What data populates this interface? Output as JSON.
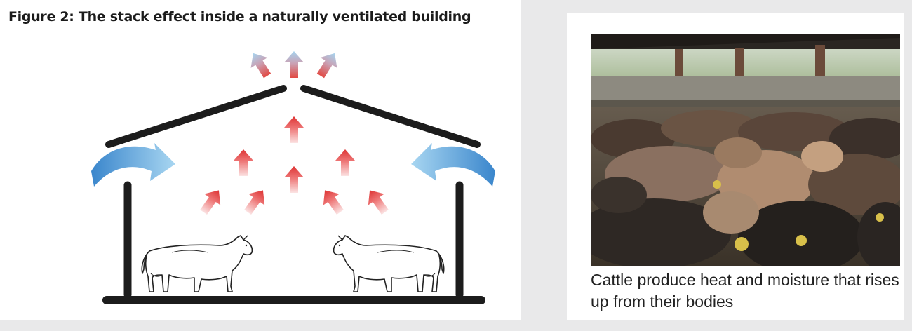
{
  "figure": {
    "title": "Figure 2: The stack effect inside a naturally ventilated building",
    "arrow_colors": {
      "fresh_air": "#3f8fd4",
      "fresh_air_light": "#a9d7f0",
      "warm_air": "#e23c3c",
      "warm_air_light": "#f7c8c8",
      "structure": "#1c1c1c"
    },
    "icons": [
      "cow-outline-icon",
      "cow-outline-icon"
    ]
  },
  "photo": {
    "subject": "cattle-in-barn-photo",
    "caption": "Cattle produce heat and moisture that rises up from their bodies"
  }
}
